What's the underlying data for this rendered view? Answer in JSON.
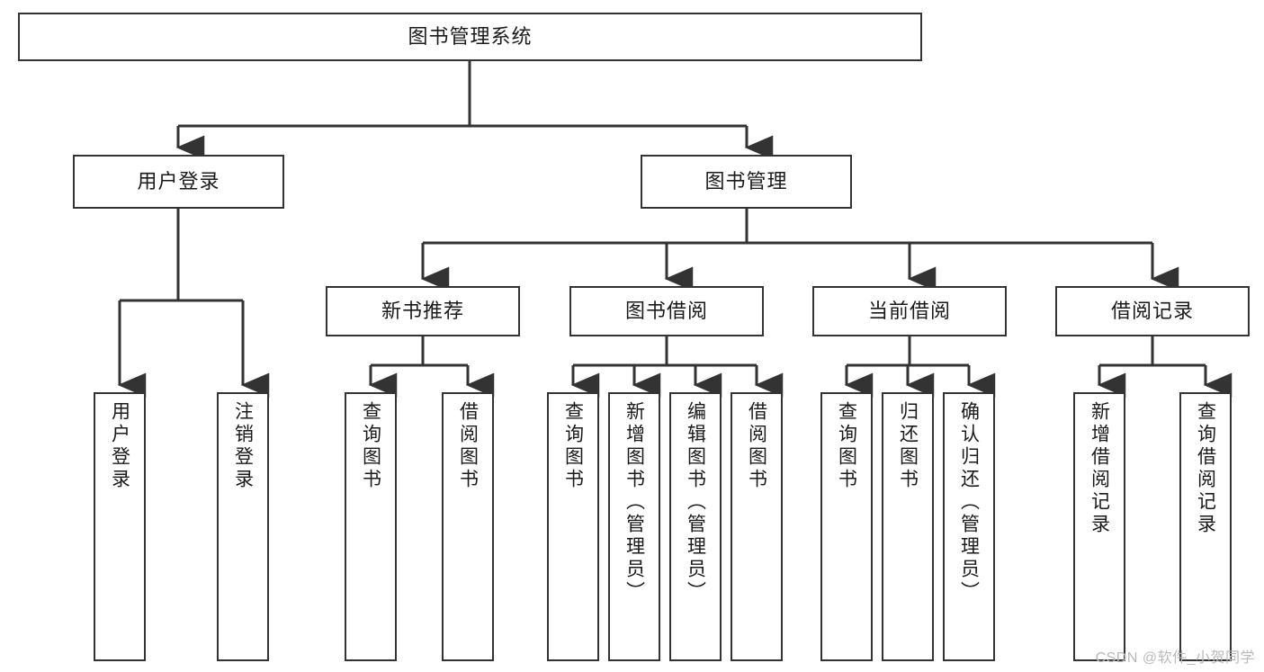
{
  "diagram": {
    "title": "图书管理系统",
    "type": "hierarchy-tree",
    "watermark": "CSDN @软件_小贺同学",
    "colors": {
      "background": "#ffffff",
      "box_border": "#333333",
      "box_fill": "#ffffff",
      "connector": "#333333",
      "watermark_text": "#b9b9b9"
    },
    "nodes": {
      "root": {
        "label": "图书管理系统",
        "level": 1,
        "orientation": "horizontal"
      },
      "l2": [
        {
          "id": "user-login",
          "label": "用户登录",
          "level": 2,
          "orientation": "horizontal"
        },
        {
          "id": "book-management",
          "label": "图书管理",
          "level": 2,
          "orientation": "horizontal"
        }
      ],
      "l3": [
        {
          "id": "new-book-recommend",
          "label": "新书推荐",
          "level": 3,
          "orientation": "horizontal"
        },
        {
          "id": "book-borrow",
          "label": "图书借阅",
          "level": 3,
          "orientation": "horizontal"
        },
        {
          "id": "current-borrow",
          "label": "当前借阅",
          "level": 3,
          "orientation": "horizontal"
        },
        {
          "id": "borrow-record",
          "label": "借阅记录",
          "level": 3,
          "orientation": "horizontal"
        }
      ],
      "leaves": [
        {
          "id": "leaf-user-login",
          "label": "用户登录",
          "parent": "user-login",
          "orientation": "vertical"
        },
        {
          "id": "leaf-user-logout",
          "label": "注销登录",
          "parent": "user-login",
          "orientation": "vertical"
        },
        {
          "id": "leaf-query-book-1",
          "label": "查询图书",
          "parent": "new-book-recommend",
          "orientation": "vertical"
        },
        {
          "id": "leaf-borrow-book-1",
          "label": "借阅图书",
          "parent": "new-book-recommend",
          "orientation": "vertical"
        },
        {
          "id": "leaf-query-book-2",
          "label": "查询图书",
          "parent": "book-borrow",
          "orientation": "vertical"
        },
        {
          "id": "leaf-add-book",
          "label": "新增图书（管理员）",
          "parent": "book-borrow",
          "orientation": "vertical"
        },
        {
          "id": "leaf-edit-book",
          "label": "编辑图书（管理员）",
          "parent": "book-borrow",
          "orientation": "vertical"
        },
        {
          "id": "leaf-borrow-book-2",
          "label": "借阅图书",
          "parent": "book-borrow",
          "orientation": "vertical"
        },
        {
          "id": "leaf-query-book-3",
          "label": "查询图书",
          "parent": "current-borrow",
          "orientation": "vertical"
        },
        {
          "id": "leaf-return-book",
          "label": "归还图书",
          "parent": "current-borrow",
          "orientation": "vertical"
        },
        {
          "id": "leaf-confirm-return",
          "label": "确认归还（管理员）",
          "parent": "current-borrow",
          "orientation": "vertical"
        },
        {
          "id": "leaf-add-record",
          "label": "新增借阅记录",
          "parent": "borrow-record",
          "orientation": "vertical"
        },
        {
          "id": "leaf-query-record",
          "label": "查询借阅记录",
          "parent": "borrow-record",
          "orientation": "vertical"
        }
      ]
    }
  }
}
